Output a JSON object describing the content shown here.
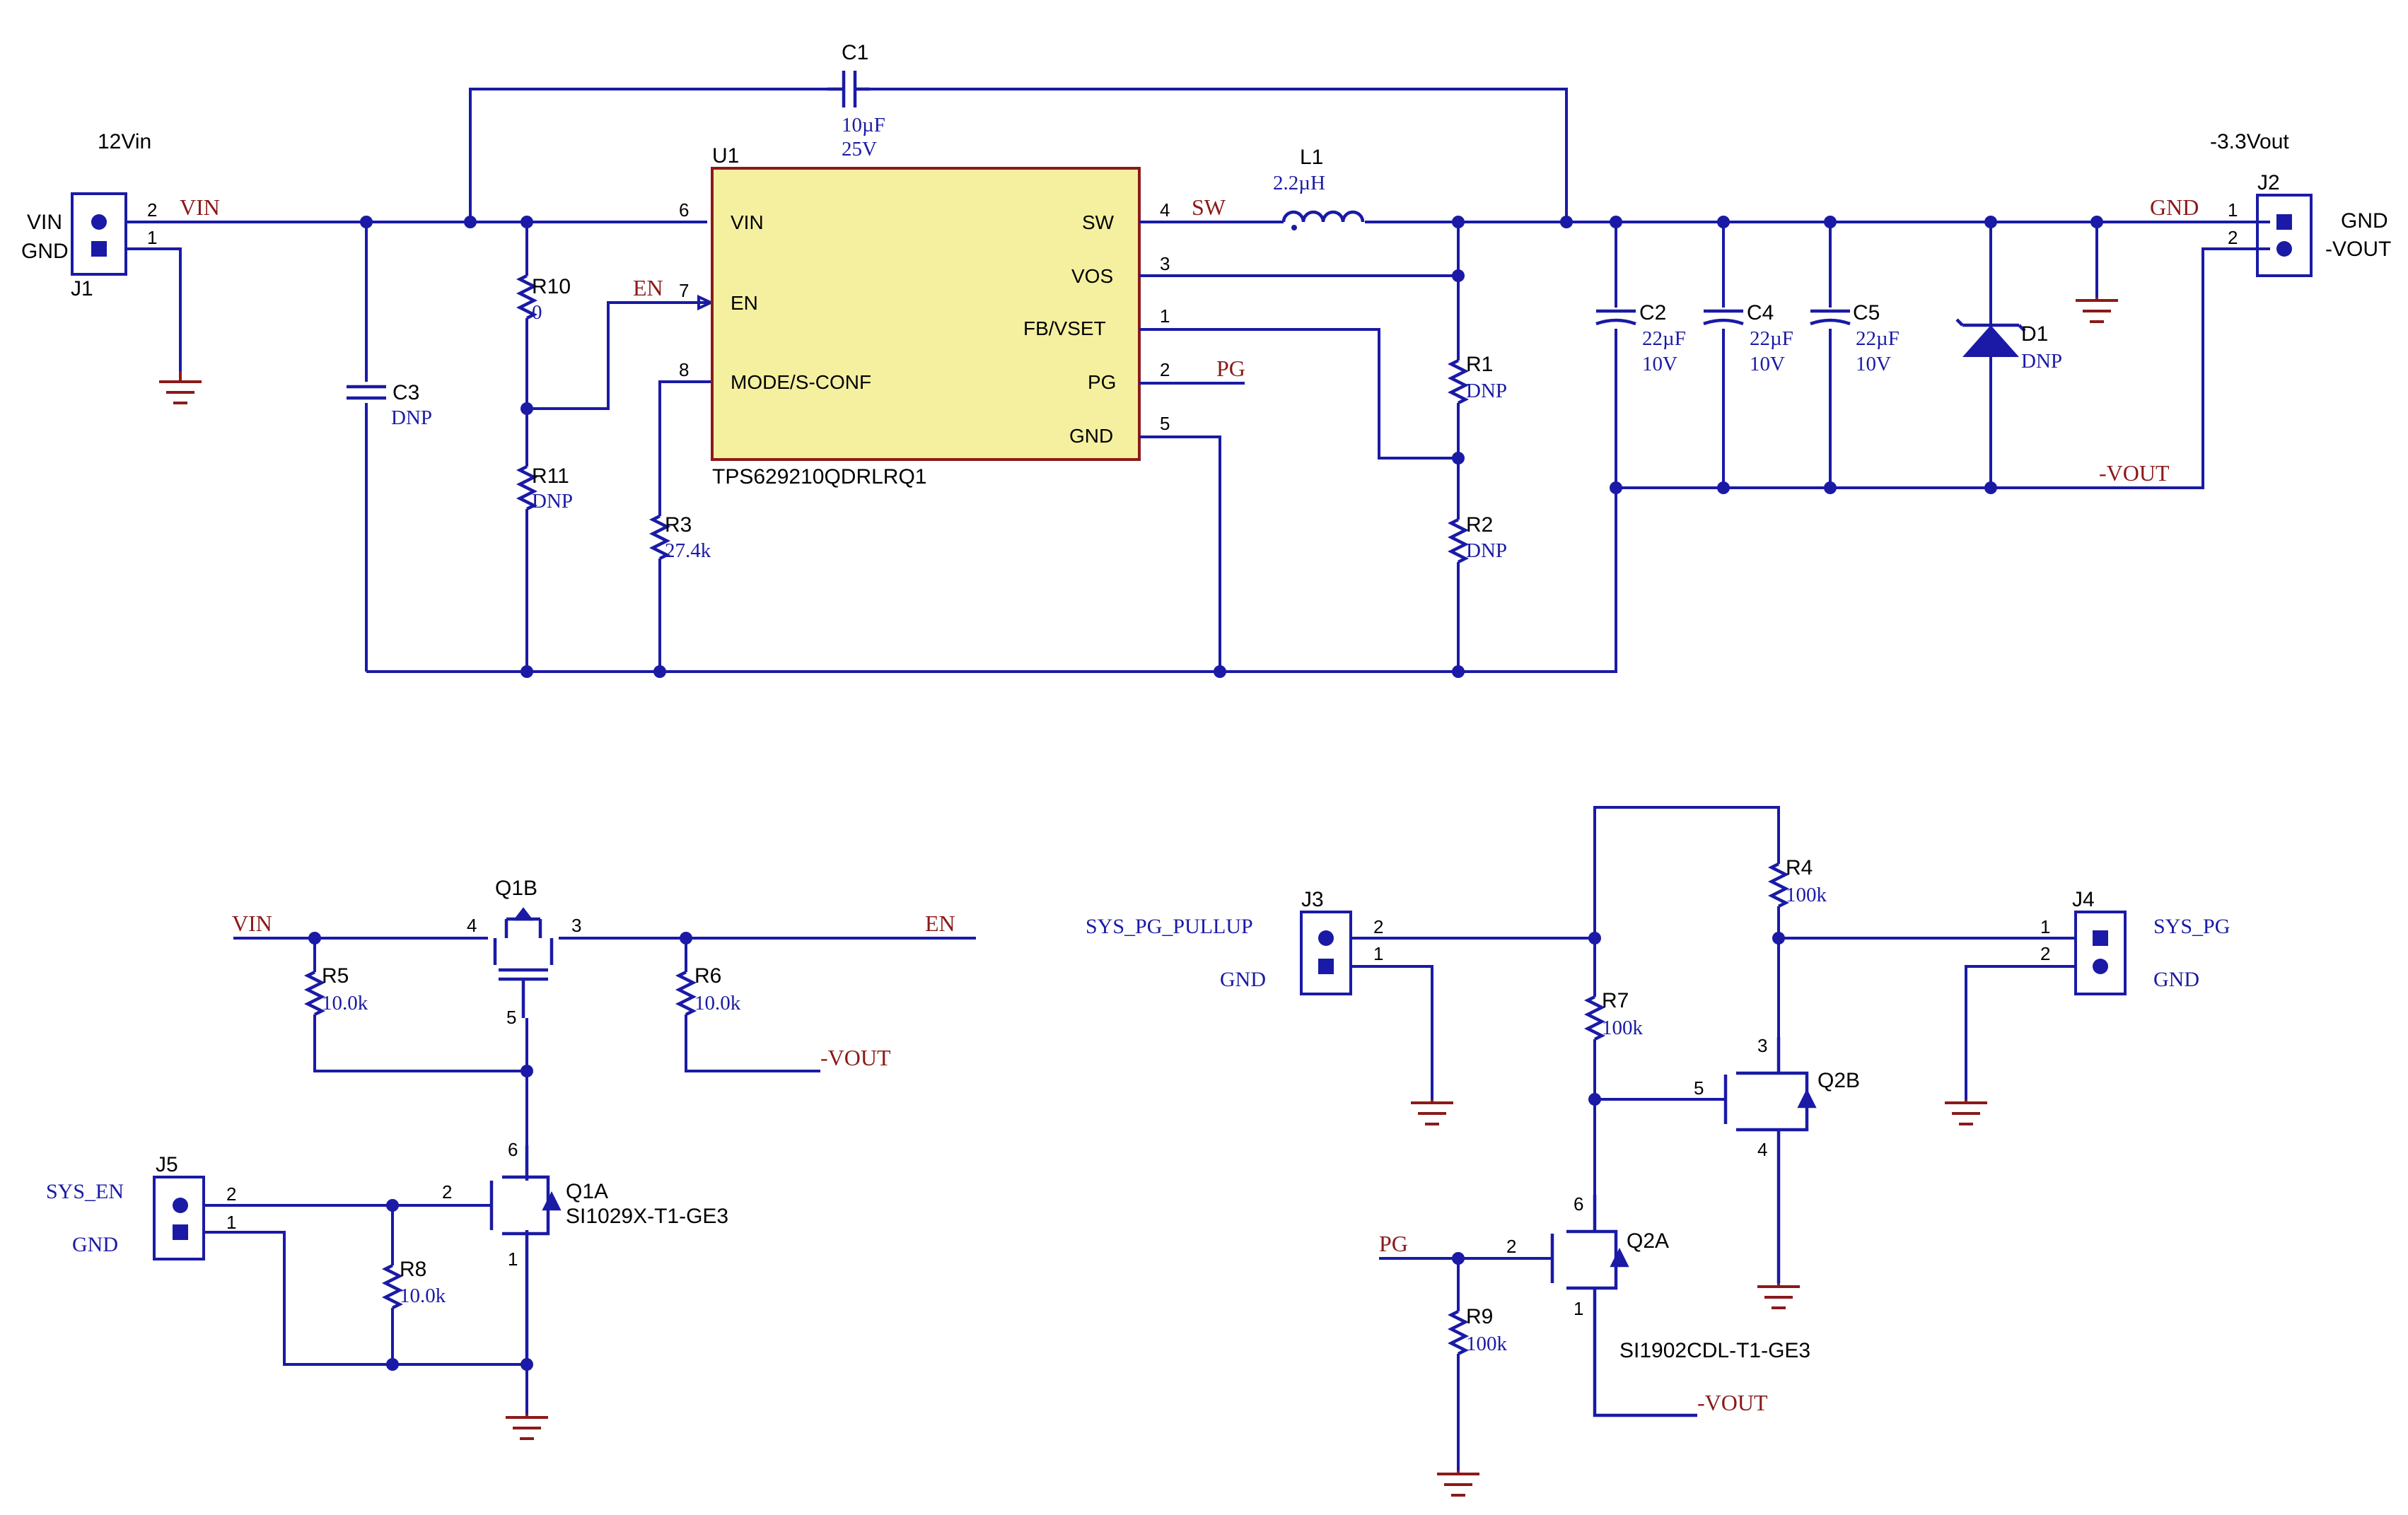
{
  "notes": {
    "vin_label": "12Vin",
    "vout_label": "-3.3Vout"
  },
  "ic": {
    "ref": "U1",
    "part": "TPS629210QDRLRQ1",
    "fill": "#f5f0a0",
    "pins": [
      {
        "num": "6",
        "name": "VIN"
      },
      {
        "num": "7",
        "name": "EN"
      },
      {
        "num": "8",
        "name": "MODE/S-CONF"
      },
      {
        "num": "4",
        "name": "SW"
      },
      {
        "num": "3",
        "name": "VOS"
      },
      {
        "num": "1",
        "name": "FB/VSET"
      },
      {
        "num": "2",
        "name": "PG"
      },
      {
        "num": "5",
        "name": "GND"
      }
    ]
  },
  "nets": {
    "vin": "VIN",
    "en": "EN",
    "sw": "SW",
    "pg": "PG",
    "gnd": "GND",
    "vout": "-VOUT"
  },
  "components": {
    "C1": {
      "ref": "C1",
      "val1": "10µF",
      "val2": "25V"
    },
    "C2": {
      "ref": "C2",
      "val1": "22µF",
      "val2": "10V"
    },
    "C3": {
      "ref": "C3",
      "val1": "DNP"
    },
    "C4": {
      "ref": "C4",
      "val1": "22µF",
      "val2": "10V"
    },
    "C5": {
      "ref": "C5",
      "val1": "22µF",
      "val2": "10V"
    },
    "L1": {
      "ref": "L1",
      "val1": "2.2µH"
    },
    "D1": {
      "ref": "D1",
      "val1": "DNP"
    },
    "R1": {
      "ref": "R1",
      "val1": "DNP"
    },
    "R2": {
      "ref": "R2",
      "val1": "DNP"
    },
    "R3": {
      "ref": "R3",
      "val1": "27.4k"
    },
    "R4": {
      "ref": "R4",
      "val1": "100k"
    },
    "R5": {
      "ref": "R5",
      "val1": "10.0k"
    },
    "R6": {
      "ref": "R6",
      "val1": "10.0k"
    },
    "R7": {
      "ref": "R7",
      "val1": "100k"
    },
    "R8": {
      "ref": "R8",
      "val1": "10.0k"
    },
    "R9": {
      "ref": "R9",
      "val1": "100k"
    },
    "R10": {
      "ref": "R10",
      "val1": "0"
    },
    "R11": {
      "ref": "R11",
      "val1": "DNP"
    },
    "Q1A": {
      "ref": "Q1A",
      "part": "SI1029X-T1-GE3"
    },
    "Q1B": {
      "ref": "Q1B"
    },
    "Q2A": {
      "ref": "Q2A",
      "part": "SI1902CDL-T1-GE3"
    },
    "Q2B": {
      "ref": "Q2B"
    }
  },
  "connectors": {
    "J1": {
      "ref": "J1",
      "pin2_label": "VIN",
      "pin1_label": "GND"
    },
    "J2": {
      "ref": "J2",
      "pin1_label": "GND",
      "pin2_label": "-VOUT"
    },
    "J3": {
      "ref": "J3",
      "pin2_label": "SYS_PG_PULLUP",
      "pin1_label": "GND"
    },
    "J4": {
      "ref": "J4",
      "pin1_label": "SYS_PG",
      "pin2_label": "GND"
    },
    "J5": {
      "ref": "J5",
      "pin2_label": "SYS_EN",
      "pin1_label": "GND"
    }
  },
  "pin_numbers": {
    "p1": "1",
    "p2": "2",
    "p3": "3",
    "p4": "4",
    "p5": "5",
    "p6": "6",
    "p7": "7",
    "p8": "8"
  },
  "colors": {
    "wire": "#1a1aa6",
    "net_label": "#8b1a1a",
    "ic_body": "#f5f0a0"
  }
}
